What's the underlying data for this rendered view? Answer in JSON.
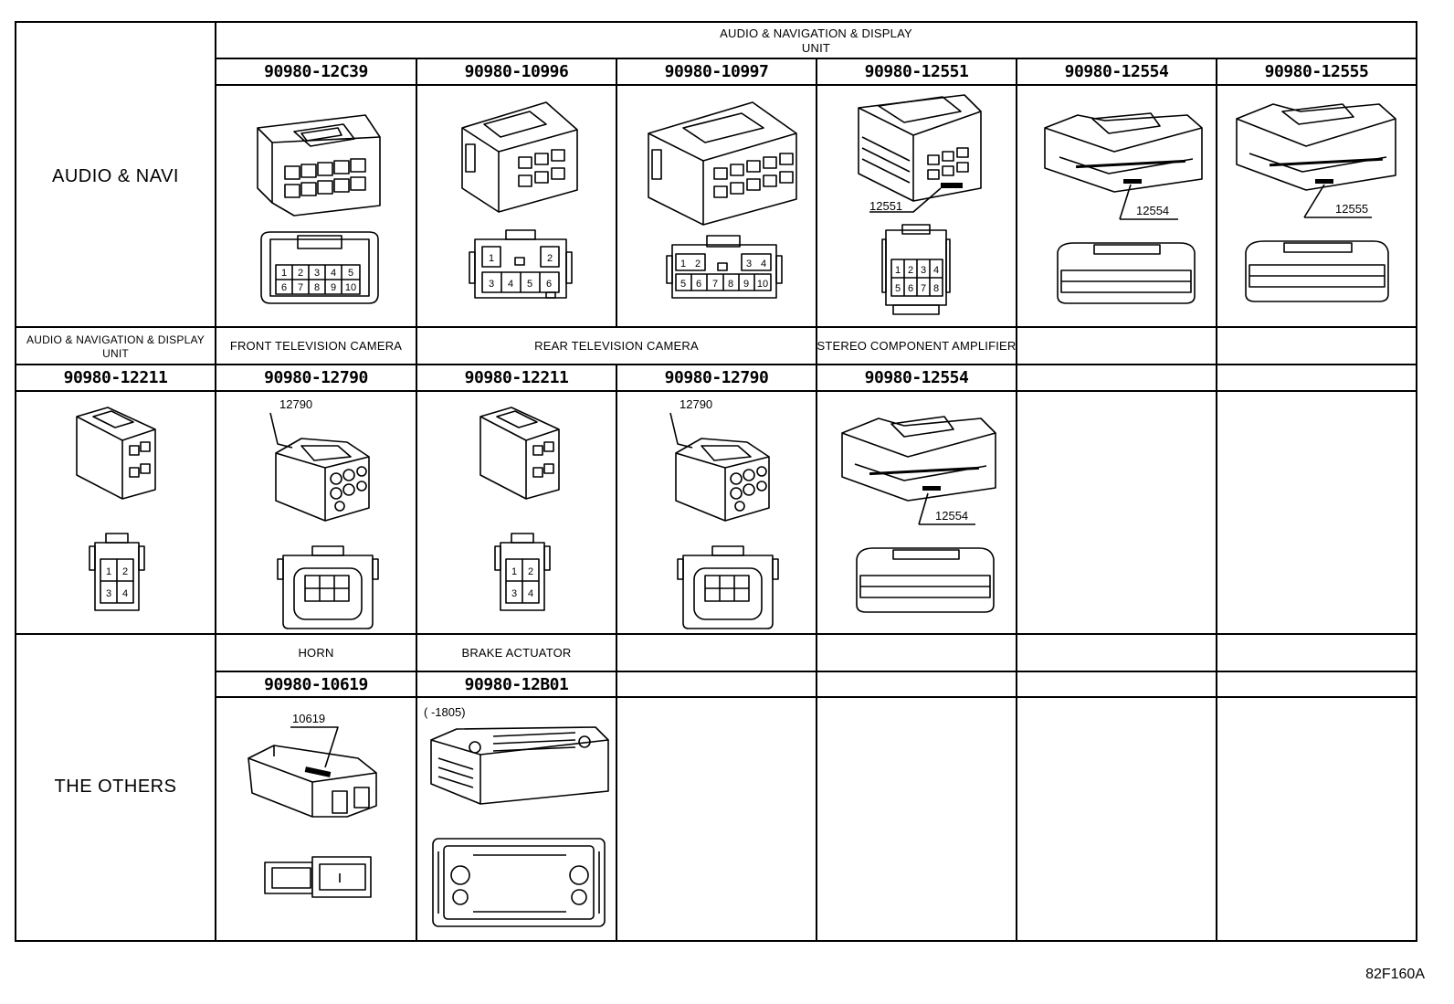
{
  "sections": {
    "audio_navi": "AUDIO & NAVI",
    "others": "THE OTHERS"
  },
  "row1": {
    "header_line1": "AUDIO & NAVIGATION & DISPLAY",
    "header_line2": "UNIT",
    "parts": [
      "90980-12C39",
      "90980-10996",
      "90980-10997",
      "90980-12551",
      "90980-12554",
      "90980-12555"
    ]
  },
  "row2": {
    "headers": {
      "a_line1": "AUDIO & NAVIGATION & DISPLAY",
      "a_line2": "UNIT",
      "b": "FRONT TELEVISION CAMERA",
      "c": "REAR TELEVISION CAMERA",
      "d": "STEREO COMPONENT AMPLIFIER"
    },
    "parts": [
      "90980-12211",
      "90980-12790",
      "90980-12211",
      "90980-12790",
      "90980-12554"
    ]
  },
  "row3": {
    "headers": {
      "horn": "HORN",
      "brake": "BRAKE ACTUATOR"
    },
    "parts": [
      "90980-10619",
      "90980-12B01"
    ]
  },
  "callouts": {
    "c12551": "12551",
    "c12554": "12554",
    "c12555": "12555",
    "c12790": "12790",
    "c10619": "10619",
    "c1805": "(      -1805)"
  },
  "pins": {
    "p12c39_top": [
      "1",
      "2",
      "3",
      "4",
      "5"
    ],
    "p12c39_bot": [
      "6",
      "7",
      "8",
      "9",
      "10"
    ],
    "p10996_top": [
      "1",
      "2"
    ],
    "p10996_bot": [
      "3",
      "4",
      "5",
      "6"
    ],
    "p10997_top_l": [
      "1",
      "2"
    ],
    "p10997_top_r": [
      "3",
      "4"
    ],
    "p10997_bot": [
      "5",
      "6",
      "7",
      "8",
      "9",
      "10"
    ],
    "p12551_top": [
      "1",
      "2",
      "3",
      "4"
    ],
    "p12551_bot": [
      "5",
      "6",
      "7",
      "8"
    ],
    "p4": [
      "1",
      "2",
      "3",
      "4"
    ]
  },
  "drawing_ref": "82F160A"
}
